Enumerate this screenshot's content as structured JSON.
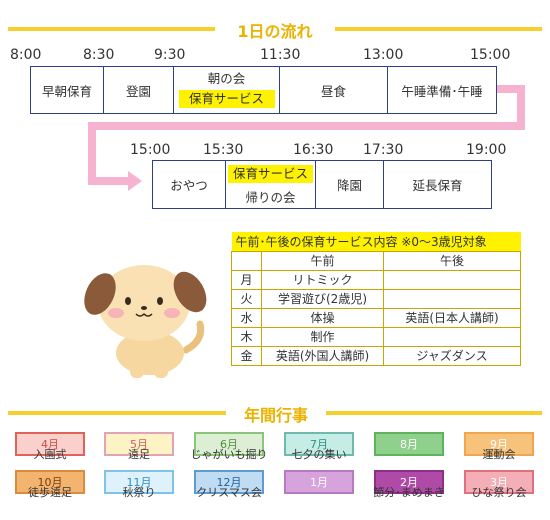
{
  "headings": {
    "flow": "1日の流れ",
    "events": "年間行事"
  },
  "schedule": {
    "row1": {
      "times": [
        "8:00",
        "8:30",
        "9:30",
        "11:30",
        "13:00",
        "15:00"
      ],
      "cells": [
        "早朝保育",
        "登園",
        "朝の会",
        "保育サービス",
        "昼食",
        "午睡準備･午睡"
      ]
    },
    "row2": {
      "times": [
        "15:00",
        "15:30",
        "16:30",
        "17:30",
        "19:00"
      ],
      "cells": [
        "おやつ",
        "保育サービス",
        "帰りの会",
        "降園",
        "延長保育"
      ]
    }
  },
  "service_table": {
    "title": "午前･午後の保育サービス内容 ※0～3歳児対象",
    "headers": [
      "",
      "午前",
      "午後"
    ],
    "rows": [
      [
        "月",
        "リトミック",
        ""
      ],
      [
        "火",
        "学習遊び(2歳児)",
        ""
      ],
      [
        "水",
        "体操",
        "英語(日本人講師)"
      ],
      [
        "木",
        "制作",
        ""
      ],
      [
        "金",
        "英語(外国人講師)",
        "ジャズダンス"
      ]
    ]
  },
  "events": [
    {
      "month": "4月",
      "label": "入園式",
      "bg": "#f9d0cc",
      "border": "#e0625a",
      "color": "#c94c44"
    },
    {
      "month": "5月",
      "label": "遠足",
      "bg": "#fdf3c4",
      "border": "#e4a3b5",
      "color": "#d65a6a"
    },
    {
      "month": "6月",
      "label": "じゃがいも掘り",
      "bg": "#dcefd4",
      "border": "#8cc57a",
      "color": "#4f8f3e"
    },
    {
      "month": "7月",
      "label": "七夕の集い",
      "bg": "#c6ece6",
      "border": "#6fb9ad",
      "color": "#2e8f81"
    },
    {
      "month": "8月",
      "label": "",
      "bg": "#8fd08c",
      "border": "#5fb35b",
      "color": "#ffffff"
    },
    {
      "month": "9月",
      "label": "運動会",
      "bg": "#f7c27a",
      "border": "#efa64c",
      "color": "#ffffff"
    },
    {
      "month": "10月",
      "label": "徒歩遠足",
      "bg": "#f2b46e",
      "border": "#d98c3e",
      "color": "#7a3a0a"
    },
    {
      "month": "11月",
      "label": "秋祭り",
      "bg": "#dff1fb",
      "border": "#7fc3e6",
      "color": "#2b8cc4"
    },
    {
      "month": "12月",
      "label": "クリスマス会",
      "bg": "#bfdcf3",
      "border": "#5e9bd0",
      "color": "#1f5f9e"
    },
    {
      "month": "1月",
      "label": "",
      "bg": "#d6a3dc",
      "border": "#b67ac0",
      "color": "#ffffff"
    },
    {
      "month": "2月",
      "label": "節分･まめまき",
      "bg": "#b04aa7",
      "border": "#8c2f86",
      "color": "#ffffff"
    },
    {
      "month": "3月",
      "label": "ひな祭り会",
      "bg": "#f4aeb6",
      "border": "#e0707e",
      "color": "#ffffff"
    }
  ],
  "colors": {
    "heading": "#e9b300",
    "highlight": "#fff200",
    "border": "#2f3f8a",
    "arrow": "#f6b3cf"
  }
}
